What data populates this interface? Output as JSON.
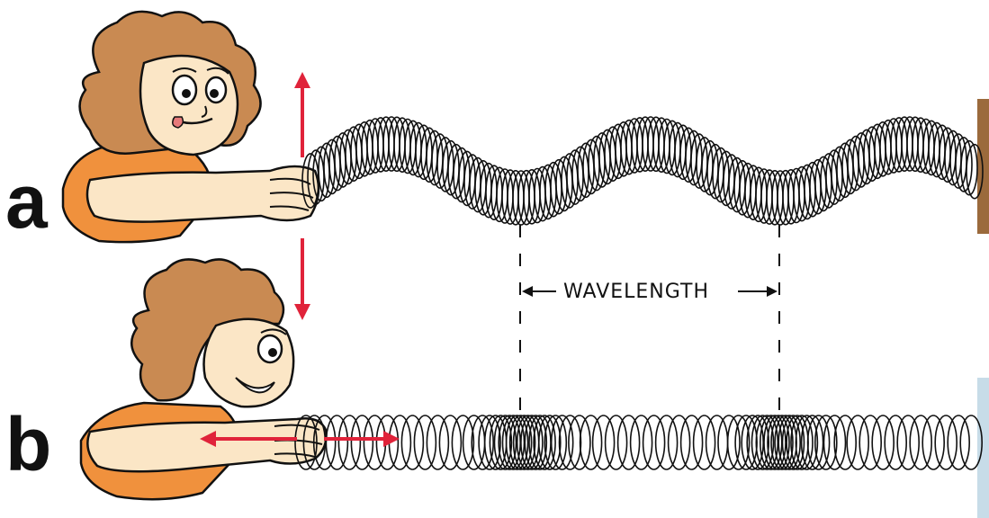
{
  "labels": {
    "panel_a": "a",
    "panel_b": "b",
    "wavelength": "WAVELENGTH"
  },
  "colors": {
    "skin": "#fbe6c6",
    "hair": "#c98a52",
    "shirt": "#f0913d",
    "arrow": "#e0233a",
    "ink": "#111111",
    "wall": "#9b6a3c"
  },
  "panels": [
    {
      "id": "a",
      "wave_type": "transverse",
      "motion": "up-down",
      "icon": "vertical-double-arrow"
    },
    {
      "id": "b",
      "wave_type": "longitudinal",
      "motion": "back-forth",
      "icon": "horizontal-double-arrow"
    }
  ]
}
